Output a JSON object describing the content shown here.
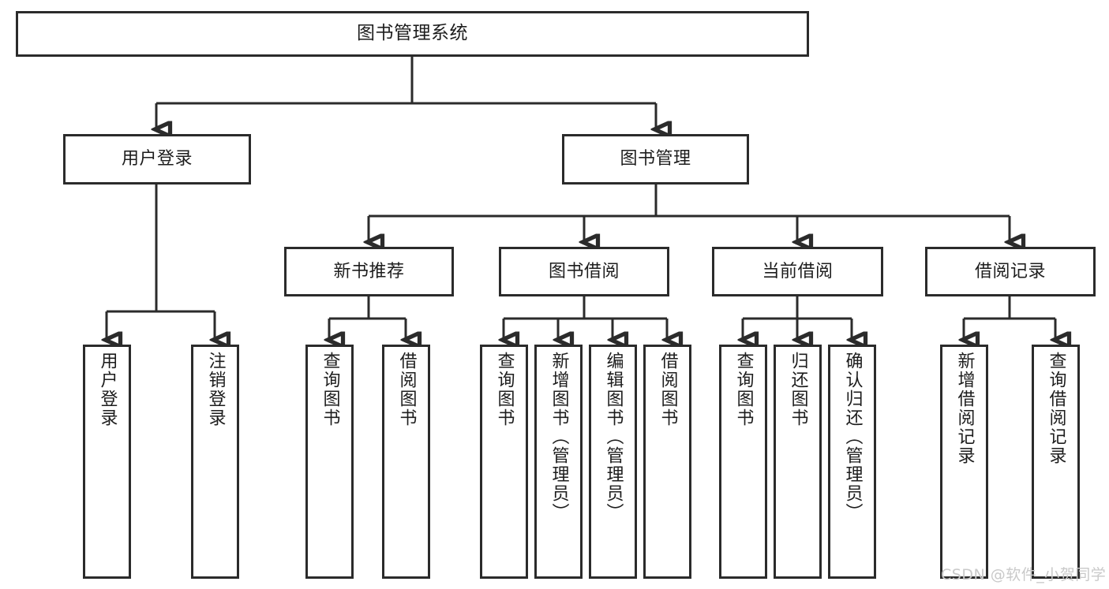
{
  "diagram": {
    "title": "图书管理系统",
    "type": "tree-hierarchy-chart",
    "watermark": "CSDN @软件_小贺同学",
    "colors": {
      "stroke": "#2b2b2b",
      "box_fill": "#ffffff",
      "text": "#1d1d1d",
      "background": "#ffffff",
      "watermark": "#c9c9c9"
    }
  },
  "root": {
    "label": "图书管理系统"
  },
  "level1": [
    {
      "label": "用户登录"
    },
    {
      "label": "图书管理"
    }
  ],
  "level2": [
    {
      "label": "新书推荐"
    },
    {
      "label": "图书借阅"
    },
    {
      "label": "当前借阅"
    },
    {
      "label": "借阅记录"
    }
  ],
  "leaves": {
    "user_login": [
      {
        "label": "用户登录"
      },
      {
        "label": "注销登录"
      }
    ],
    "new_book_recommend": [
      {
        "label": "查询图书"
      },
      {
        "label": "借阅图书"
      }
    ],
    "book_borrow": [
      {
        "label": "查询图书"
      },
      {
        "label": "新增图书（管理员）"
      },
      {
        "label": "编辑图书（管理员）"
      },
      {
        "label": "借阅图书"
      }
    ],
    "current_borrow": [
      {
        "label": "查询图书"
      },
      {
        "label": "归还图书"
      },
      {
        "label": "确认归还（管理员）"
      }
    ],
    "borrow_record": [
      {
        "label": "新增借阅记录"
      },
      {
        "label": "查询借阅记录"
      }
    ]
  }
}
